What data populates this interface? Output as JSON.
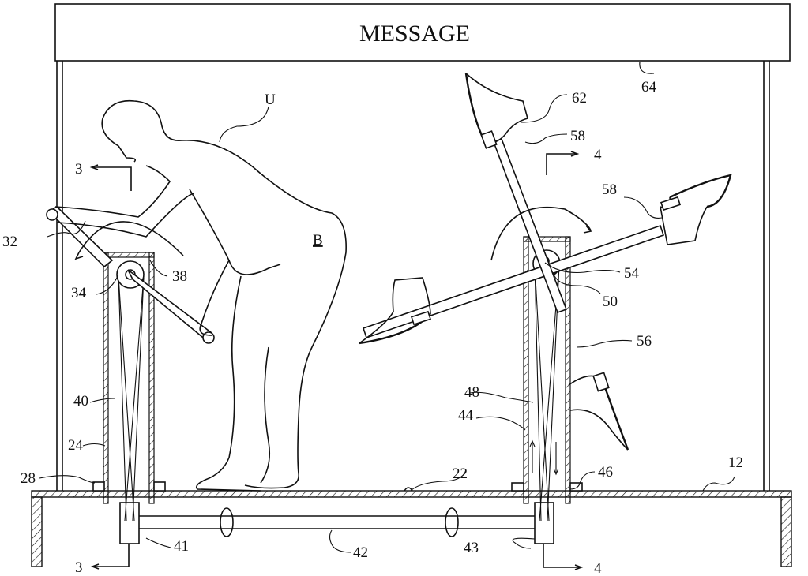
{
  "figure": {
    "banner_text": "MESSAGE",
    "subject_label": "U",
    "body_label": "B",
    "section_markers": {
      "left_top": "3",
      "left_bottom": "3",
      "right_top": "4",
      "right_bottom": "4"
    },
    "reference_numerals": {
      "frame": "64",
      "shoe": "62",
      "shoe_mount_top": "58",
      "shoe_mount_right": "58",
      "hand_crank": "32",
      "hand_pulley": "34",
      "hand_axle": "38",
      "hand_belt": "40",
      "hand_column": "24",
      "hand_column_base": "28",
      "hand_lower_pulley": "41",
      "drive_shaft": "42",
      "foot_lower_pulley": "43",
      "foot_column": "44",
      "foot_belt": "48",
      "foot_column_base": "46",
      "foot_pulley": "50",
      "foot_axle": "54",
      "foot_crank_arm": "56",
      "floor_marker": "22",
      "platform": "12"
    }
  }
}
